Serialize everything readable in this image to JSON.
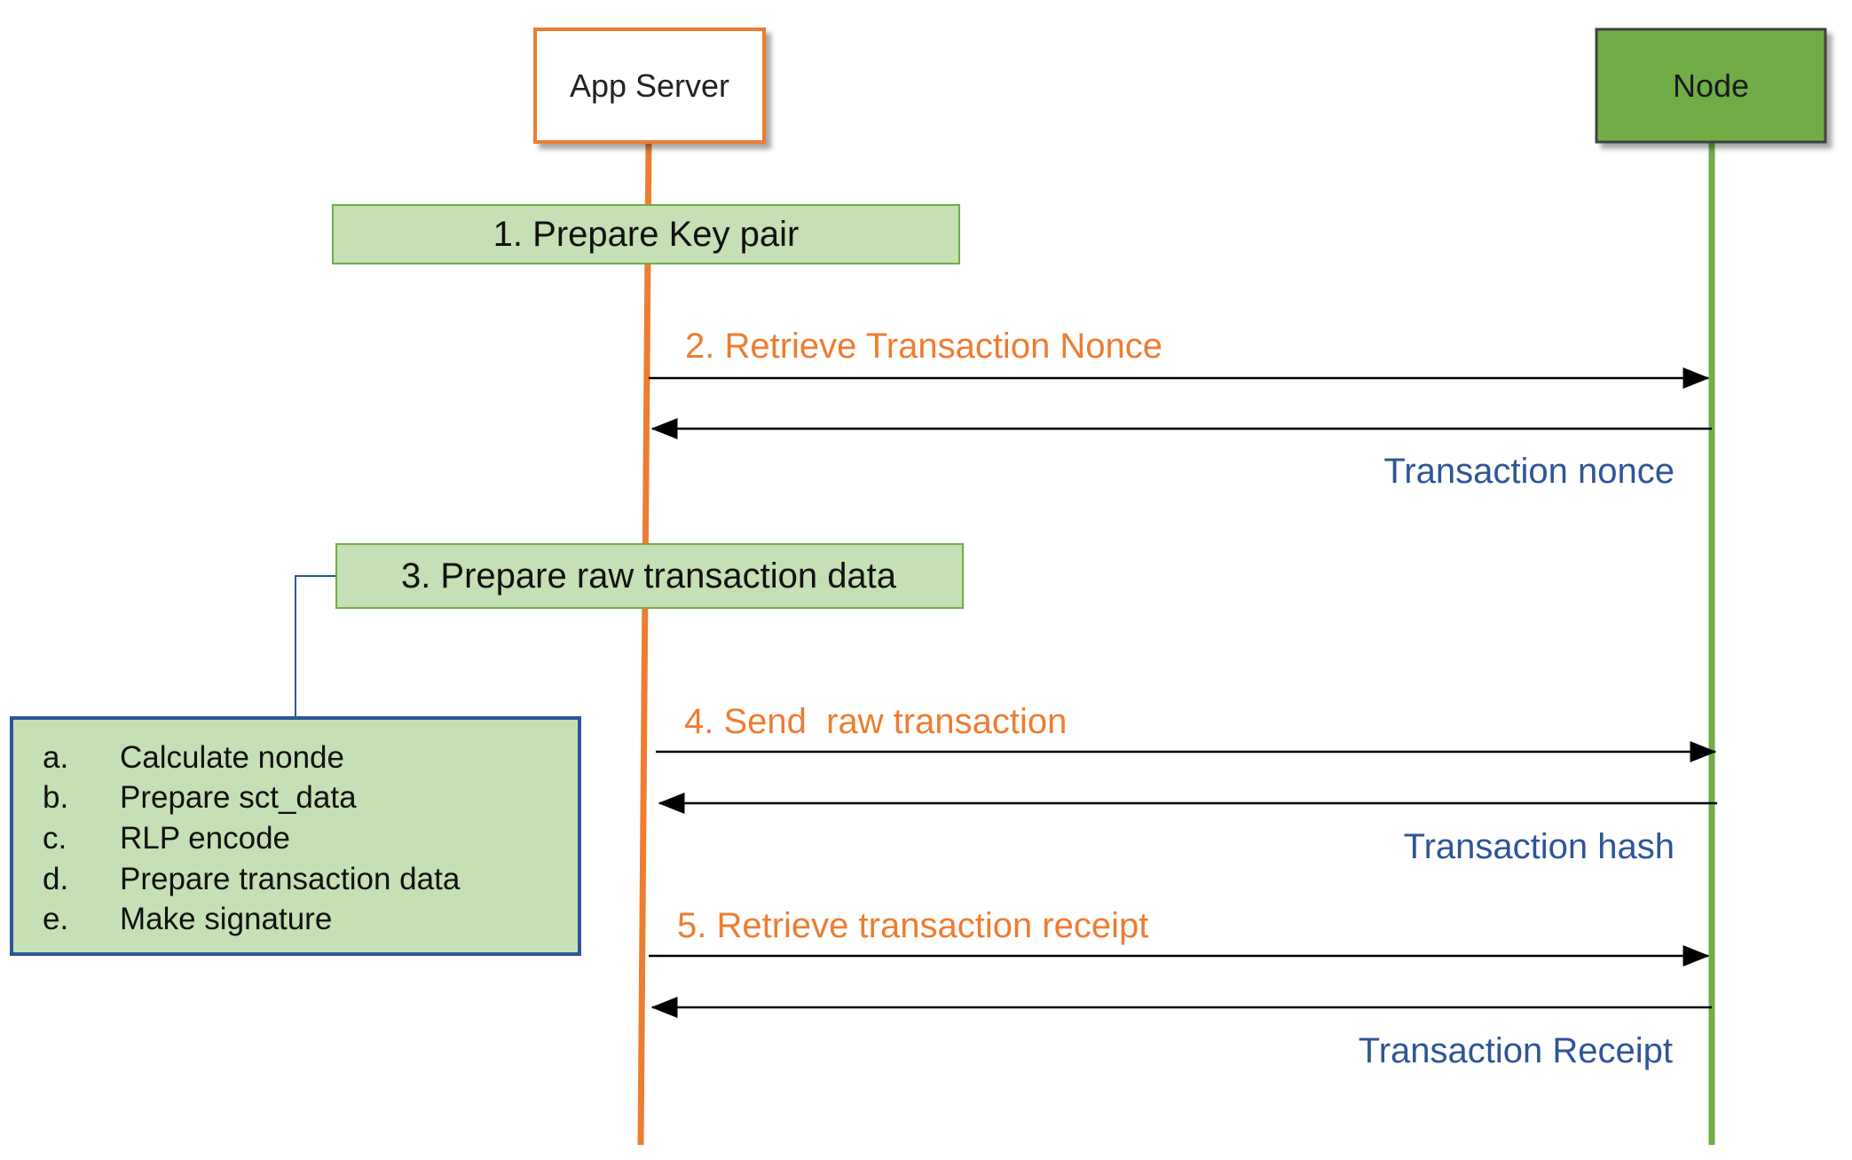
{
  "actors": {
    "app_server": {
      "label": "App Server",
      "border_color": "#ED7D31",
      "lifeline_color": "#ED7D31"
    },
    "node": {
      "label": "Node",
      "fill_color": "#70AD47",
      "lifeline_color": "#70AD47"
    }
  },
  "steps": {
    "step1": {
      "label": "1. Prepare Key pair"
    },
    "step3": {
      "label": "3. Prepare raw transaction data"
    }
  },
  "messages": {
    "step2_request": {
      "label": "2. Retrieve Transaction Nonce"
    },
    "step2_response": {
      "label": "Transaction nonce"
    },
    "step4_request": {
      "label": "4. Send  raw transaction"
    },
    "step4_response": {
      "label": "Transaction hash"
    },
    "step5_request": {
      "label": "5. Retrieve transaction receipt"
    },
    "step5_response": {
      "label": "Transaction Receipt"
    }
  },
  "note": {
    "items": [
      {
        "marker": "a.",
        "text": "Calculate nonde"
      },
      {
        "marker": "b.",
        "text": "Prepare sct_data"
      },
      {
        "marker": "c.",
        "text": "RLP encode"
      },
      {
        "marker": "d.",
        "text": "Prepare transaction data"
      },
      {
        "marker": "e.",
        "text": "Make signature"
      }
    ]
  },
  "colors": {
    "step_box_fill": "#C5E0B4",
    "step_box_border": "#70AD47",
    "request_label": "#ED7D31",
    "response_label": "#2F5597",
    "note_border": "#2F5597",
    "arrow": "#000000"
  }
}
